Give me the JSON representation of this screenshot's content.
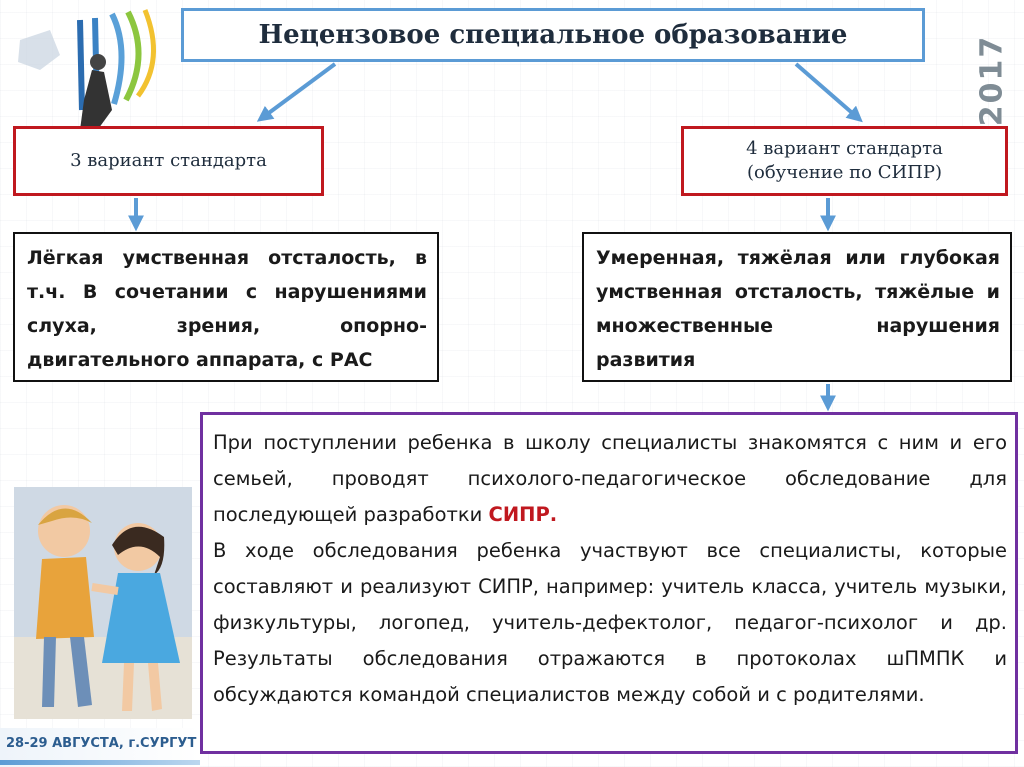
{
  "header": {
    "title": "Нецензовое специальное образование",
    "year": "2017"
  },
  "left": {
    "variant_label": "3 вариант стандарта",
    "description": "Лёгкая умственная отсталость, в т.ч. В сочетании с нарушениями слуха, зрения, опорно-двигательного аппарата, с РАС"
  },
  "right": {
    "variant_line1": "4 вариант стандарта",
    "variant_line2": "(обучение по СИПР)",
    "description": "Умеренная, тяжёлая или глубокая умственная отсталость, тяжёлые и множественные нарушения развития"
  },
  "main": {
    "p1_text": "При поступлении ребенка в школу специалисты знакомятся с ним и его семьей, проводят психолого-педагогическое обследование для последующей разработки ",
    "p1_highlight": "СИПР.",
    "p2_text": "В ходе обследования ребенка участвуют все специалисты, которые составляют и реализуют СИПР, например: учитель класса, учитель музыки, физкультуры, логопед, учитель-дефектолог, педагог-психолог и др. Результаты обследования отражаются в протоколах шПМПК и обсуждаются командой специалистов между собой и с родителями."
  },
  "footer": {
    "text": "28-29 АВГУСТА, г.СУРГУТ"
  },
  "colors": {
    "title_border": "#5b9bd5",
    "variant_border": "#c0181f",
    "main_border": "#7030a0",
    "arrow": "#5b9bd5",
    "highlight": "#c0181f"
  }
}
